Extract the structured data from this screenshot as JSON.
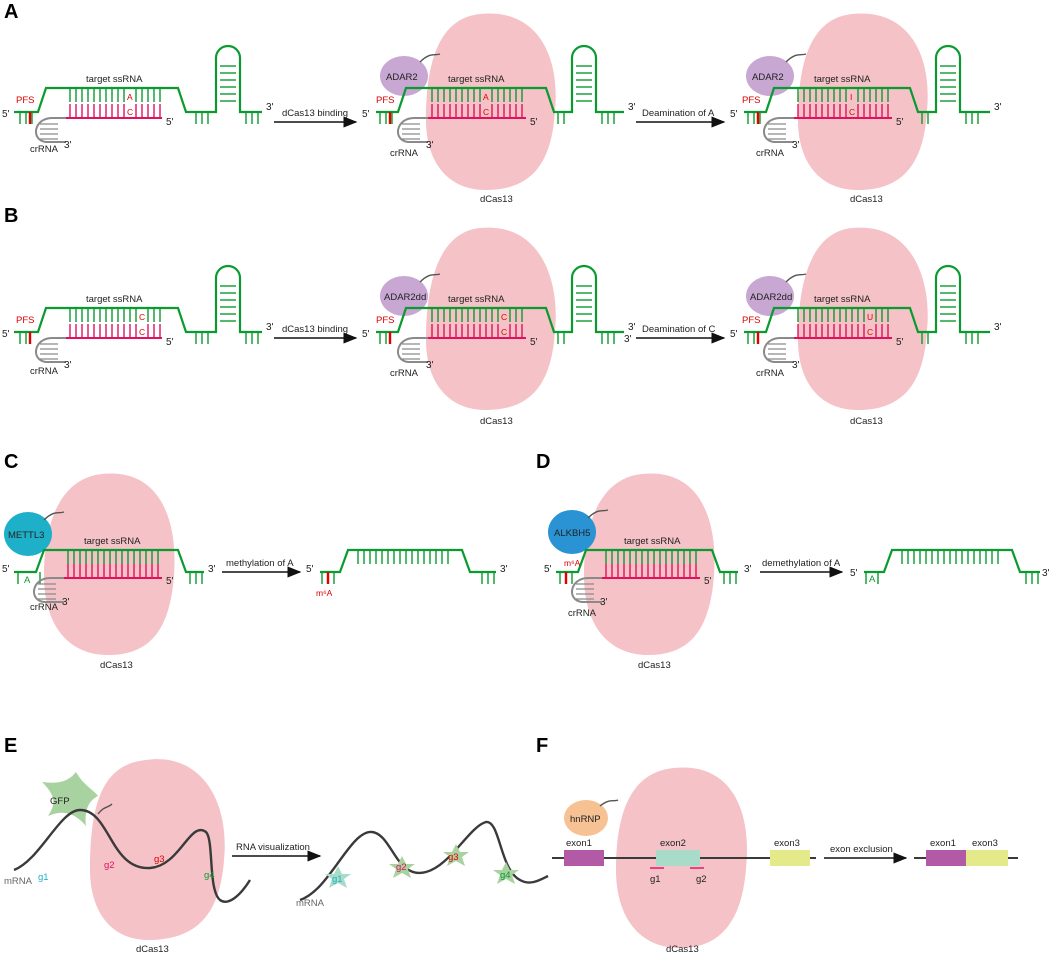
{
  "panels": [
    "A",
    "B",
    "C",
    "D",
    "E",
    "F"
  ],
  "labels": {
    "target": "target ssRNA",
    "crrna": "crRNA",
    "pfs": "PFS",
    "dcas13": "dCas13",
    "five": "5'",
    "three": "3'",
    "mrna": "mRNA"
  },
  "enzymes": {
    "adar2": "ADAR2",
    "adar2dd": "ADAR2dd",
    "mettl3": "METTL3",
    "alkbh5": "ALKBH5",
    "gfp": "GFP",
    "hnrnp": "hnRNP"
  },
  "bases": {
    "a": "A",
    "c": "C",
    "i": "I",
    "u": "U",
    "m6a": "m⁶A"
  },
  "steps": {
    "binding": "dCas13 binding",
    "deam_a": "Deamination of A",
    "deam_c": "Deamination of C",
    "methyl": "methylation of A",
    "demethyl": "demethylation of A",
    "visual": "RNA visualization",
    "exclusion": "exon exclusion"
  },
  "guides": {
    "g1": "g1",
    "g2": "g2",
    "g3": "g3",
    "g4": "g4"
  },
  "exons": {
    "e1": "exon1",
    "e2": "exon2",
    "e3": "exon3"
  },
  "colors": {
    "green": "#0a9a2f",
    "magenta": "#e0115f",
    "cas13": "#f4c2c7",
    "adar": "#c8a7d3",
    "mettl3": "#1fb0c9",
    "alkbh5": "#2a93d4",
    "gfp": "#a8d3a0",
    "hnrnp": "#f6c193",
    "exon1": "#b25aa5",
    "exon2": "#a8dcc8",
    "exon3": "#e4ea8a"
  }
}
